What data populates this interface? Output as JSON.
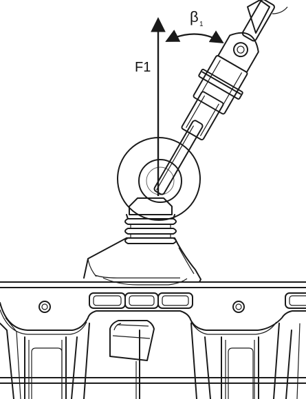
{
  "labels": {
    "force": "F1",
    "angle": "β",
    "angle_sub": "1"
  },
  "colors": {
    "ink": "#1a1a1a",
    "background": "#ffffff"
  }
}
